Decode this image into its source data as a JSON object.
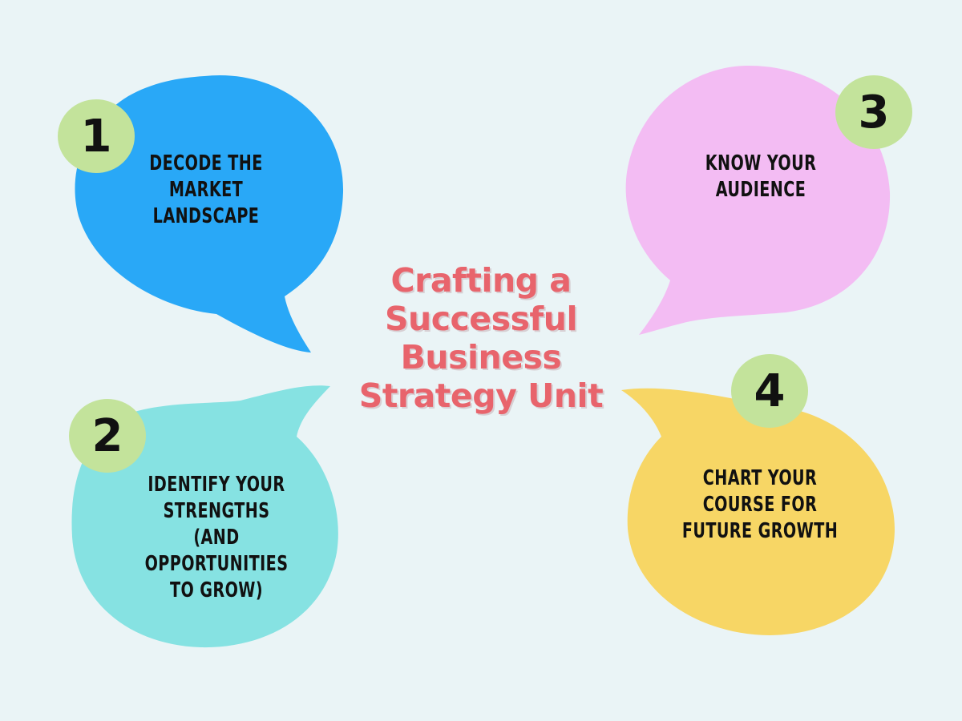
{
  "title": {
    "line1": "Crafting a",
    "line2": "Successful",
    "line3": "Business",
    "line4": "Strategy Unit"
  },
  "colors": {
    "background": "#eaf4f6",
    "title": "#e8646c",
    "badge": "#c3e39b",
    "bubble1": "#29a8f7",
    "bubble2": "#86e2e2",
    "bubble3": "#f3bcf3",
    "bubble4": "#f7d665"
  },
  "steps": [
    {
      "number": "1",
      "lines": [
        "DECODE THE",
        "MARKET",
        "LANDSCAPE"
      ]
    },
    {
      "number": "2",
      "lines": [
        "IDENTIFY YOUR",
        "STRENGTHS",
        "(AND",
        "OPPORTUNITIES",
        "TO GROW)"
      ]
    },
    {
      "number": "3",
      "lines": [
        "KNOW YOUR",
        "AUDIENCE"
      ]
    },
    {
      "number": "4",
      "lines": [
        "CHART YOUR",
        "COURSE FOR",
        "FUTURE GROWTH"
      ]
    }
  ]
}
